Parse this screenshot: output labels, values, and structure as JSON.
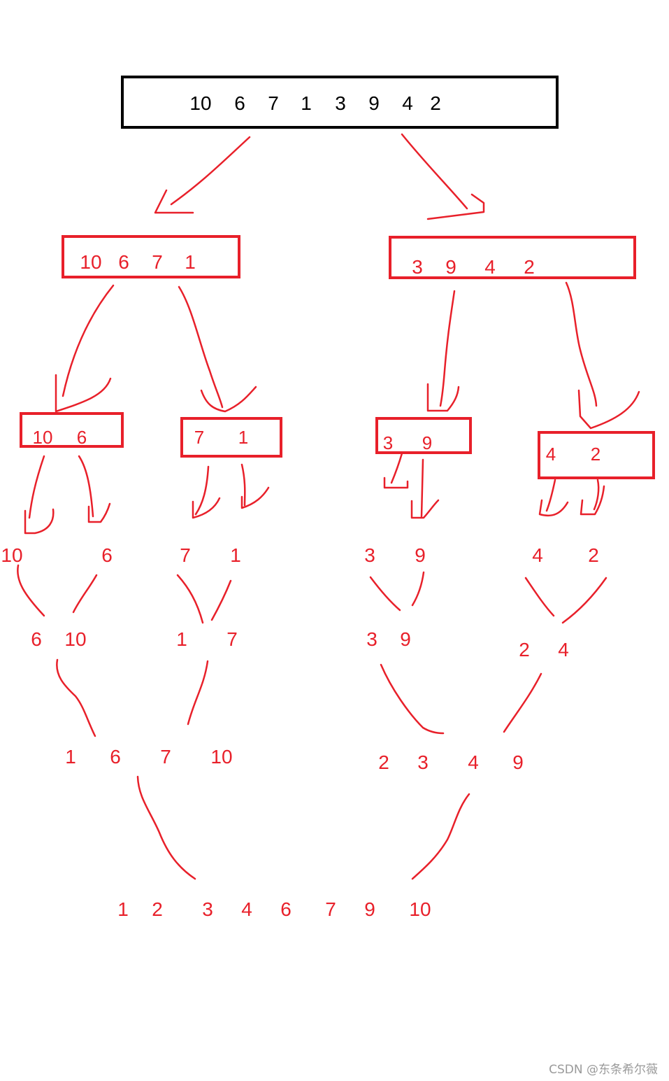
{
  "colors": {
    "ink": "#e8202a",
    "root_ink": "#000000",
    "watermark": "#9a9a9a"
  },
  "root": [
    "10",
    "6",
    "7",
    "1",
    "3",
    "9",
    "4",
    "2"
  ],
  "level1_left": [
    "10",
    "6",
    "7",
    "1"
  ],
  "level1_right": [
    "3",
    "9",
    "4",
    "2"
  ],
  "level2": [
    [
      "10",
      "6"
    ],
    [
      "7",
      "1"
    ],
    [
      "3",
      "9"
    ],
    [
      "4",
      "2"
    ]
  ],
  "singles": [
    "10",
    "6",
    "7",
    "1",
    "3",
    "9",
    "4",
    "2"
  ],
  "merge1": [
    [
      "6",
      "10"
    ],
    [
      "1",
      "7"
    ],
    [
      "3",
      "9"
    ],
    [
      "2",
      "4"
    ]
  ],
  "merge2_left": [
    "1",
    "6",
    "7",
    "10"
  ],
  "merge2_right": [
    "2",
    "3",
    "4",
    "9"
  ],
  "final": [
    "1",
    "2",
    "3",
    "4",
    "6",
    "7",
    "9",
    "10"
  ],
  "watermark": "CSDN @东条希尔薇"
}
